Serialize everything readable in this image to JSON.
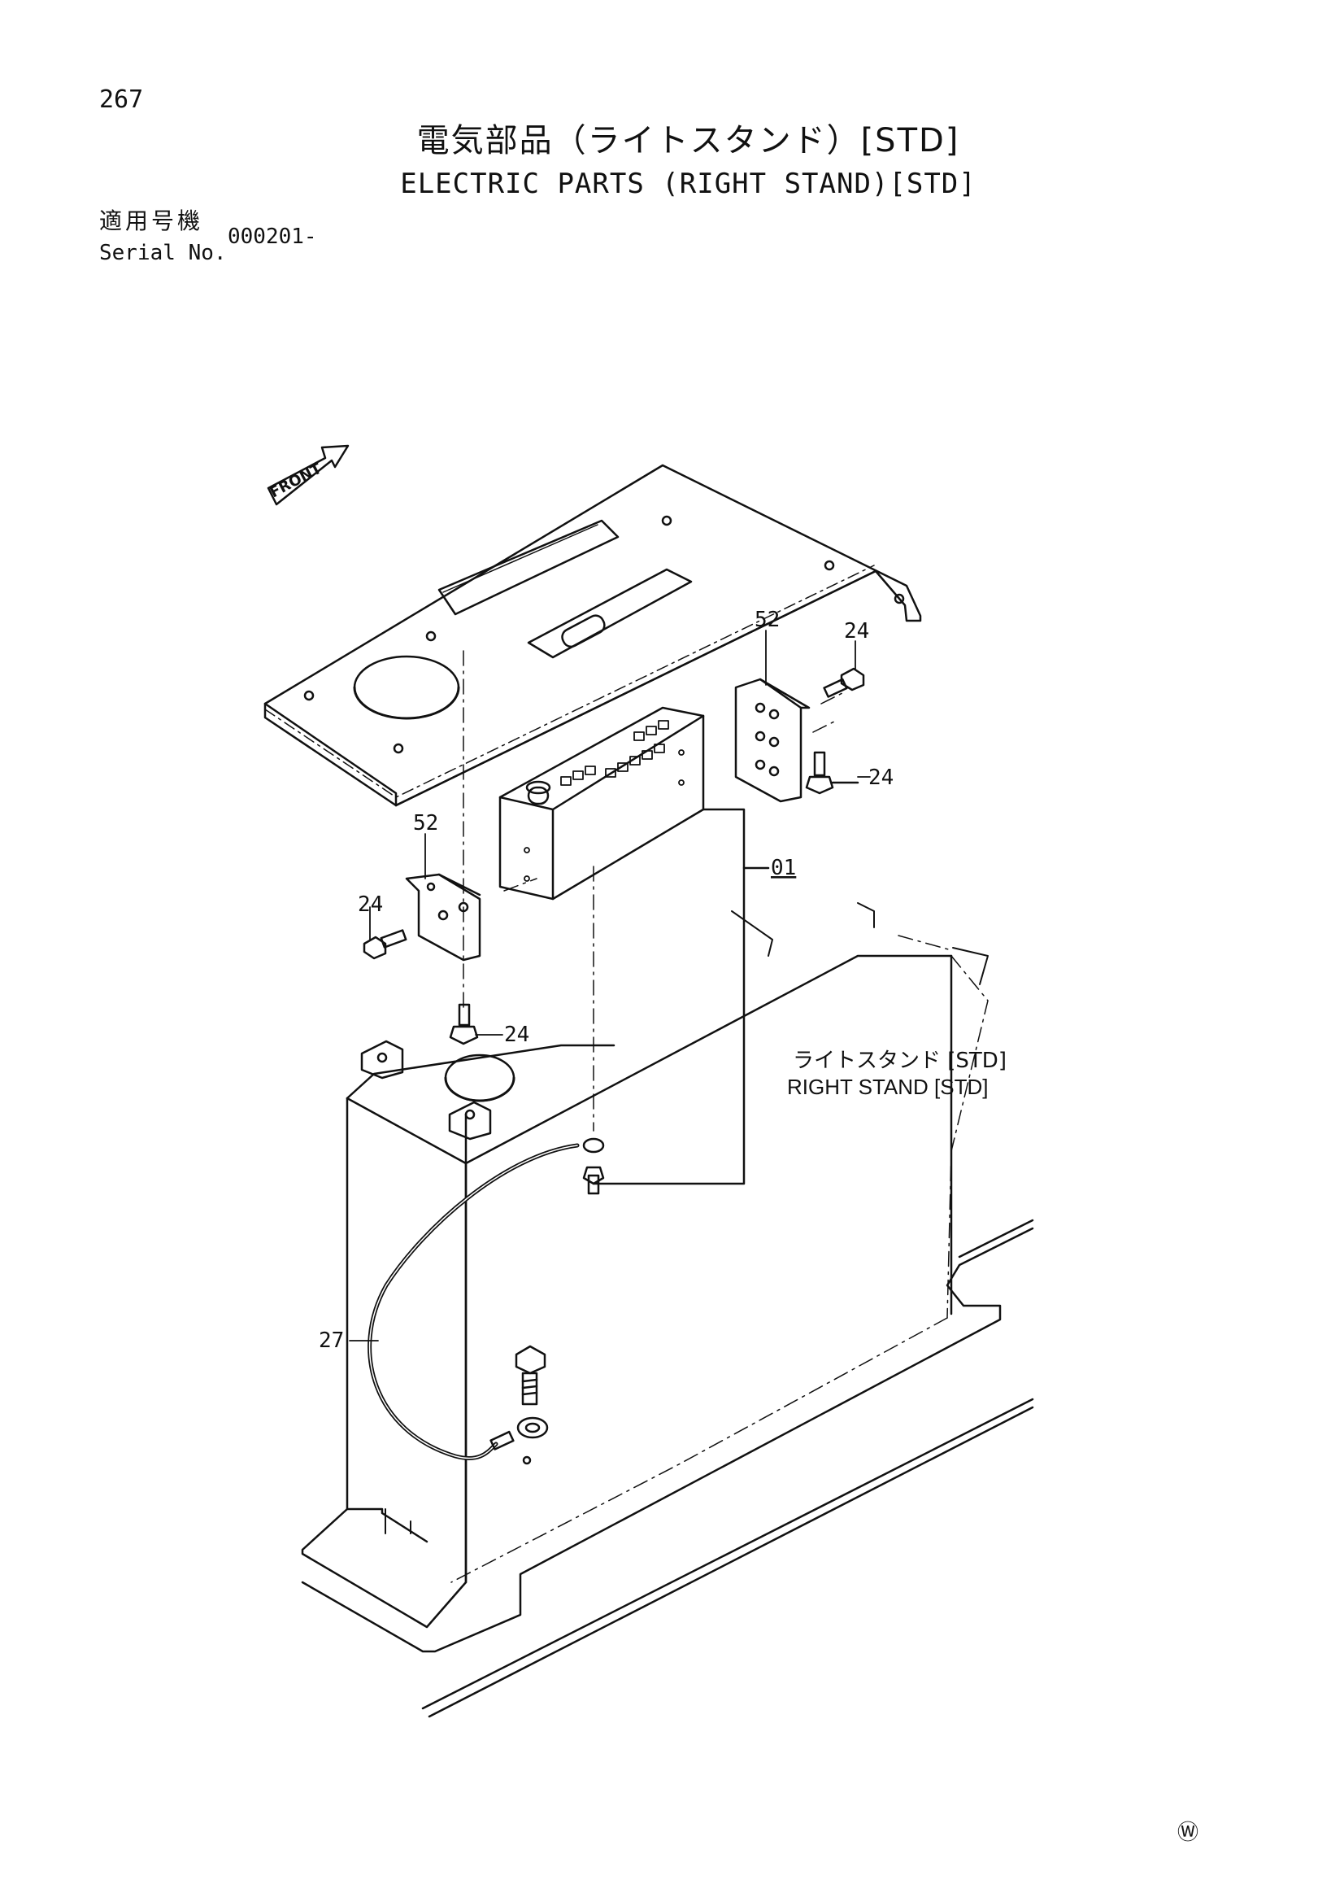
{
  "page_number": "267",
  "title": {
    "jp": "電気部品（ライトスタンド）[STD]",
    "en": "ELECTRIC PARTS (RIGHT STAND)[STD]"
  },
  "serial": {
    "label_jp": "適用号機",
    "label_en": "Serial No.",
    "value": "000201-"
  },
  "diagram": {
    "front_arrow": "FRONT",
    "callouts": {
      "c52a": "52",
      "c24a": "24",
      "c24b": "24",
      "c52b": "52",
      "c24c": "24",
      "c01": "01",
      "c24d": "24",
      "c27": "27"
    },
    "stand_label": {
      "jp": "ライトスタンド [STD]",
      "en": "RIGHT STAND [STD]"
    }
  },
  "watermark": "Ⓦ"
}
